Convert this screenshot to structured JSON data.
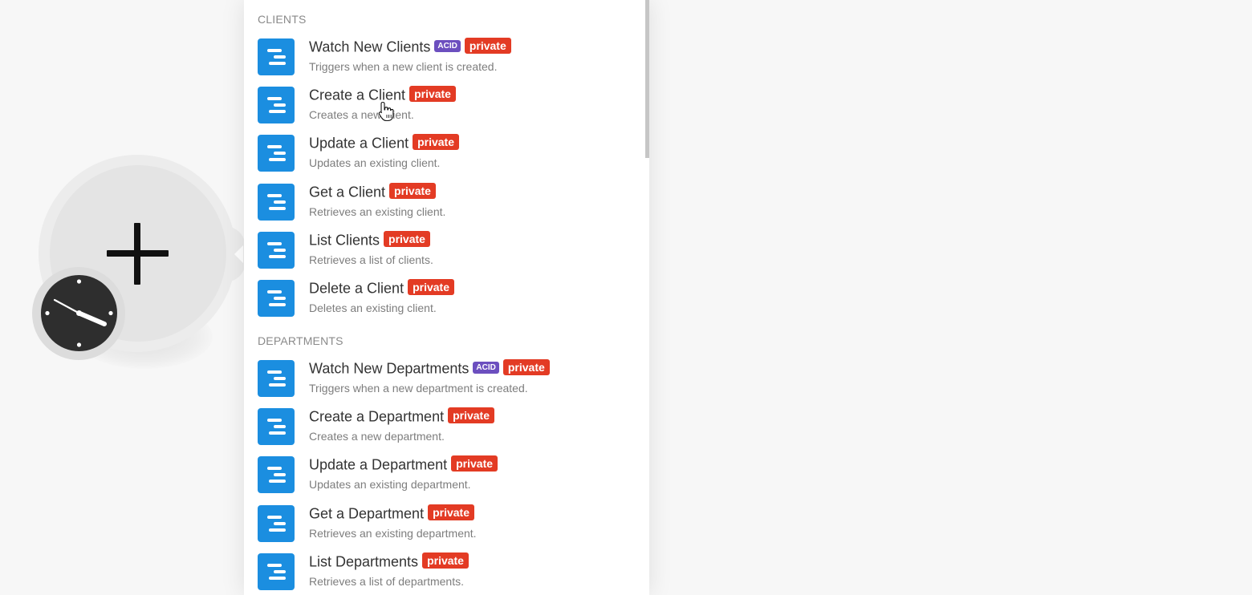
{
  "module": {
    "plus_icon": "plus-icon",
    "clock_icon": "clock-icon"
  },
  "panel": {
    "sections": [
      {
        "header": "CLIENTS",
        "items": [
          {
            "title": "Watch New Clients",
            "acid": "ACID",
            "private": "private",
            "desc": "Triggers when a new client is created."
          },
          {
            "title": "Create a Client",
            "private": "private",
            "desc": "Creates a new client."
          },
          {
            "title": "Update a Client",
            "private": "private",
            "desc": "Updates an existing client."
          },
          {
            "title": "Get a Client",
            "private": "private",
            "desc": "Retrieves an existing client."
          },
          {
            "title": "List Clients",
            "private": "private",
            "desc": "Retrieves a list of clients."
          },
          {
            "title": "Delete a Client",
            "private": "private",
            "desc": "Deletes an existing client."
          }
        ]
      },
      {
        "header": "DEPARTMENTS",
        "items": [
          {
            "title": "Watch New Departments",
            "acid": "ACID",
            "private": "private",
            "desc": "Triggers when a new department is created."
          },
          {
            "title": "Create a Department",
            "private": "private",
            "desc": "Creates a new department."
          },
          {
            "title": "Update a Department",
            "private": "private",
            "desc": "Updates an existing department."
          },
          {
            "title": "Get a Department",
            "private": "private",
            "desc": "Retrieves an existing department."
          },
          {
            "title": "List Departments",
            "private": "private",
            "desc": "Retrieves a list of departments."
          }
        ]
      }
    ]
  },
  "colors": {
    "app_icon": "#1b8ee0",
    "acid_badge": "#6c4fbf",
    "private_badge": "#e33b24"
  }
}
